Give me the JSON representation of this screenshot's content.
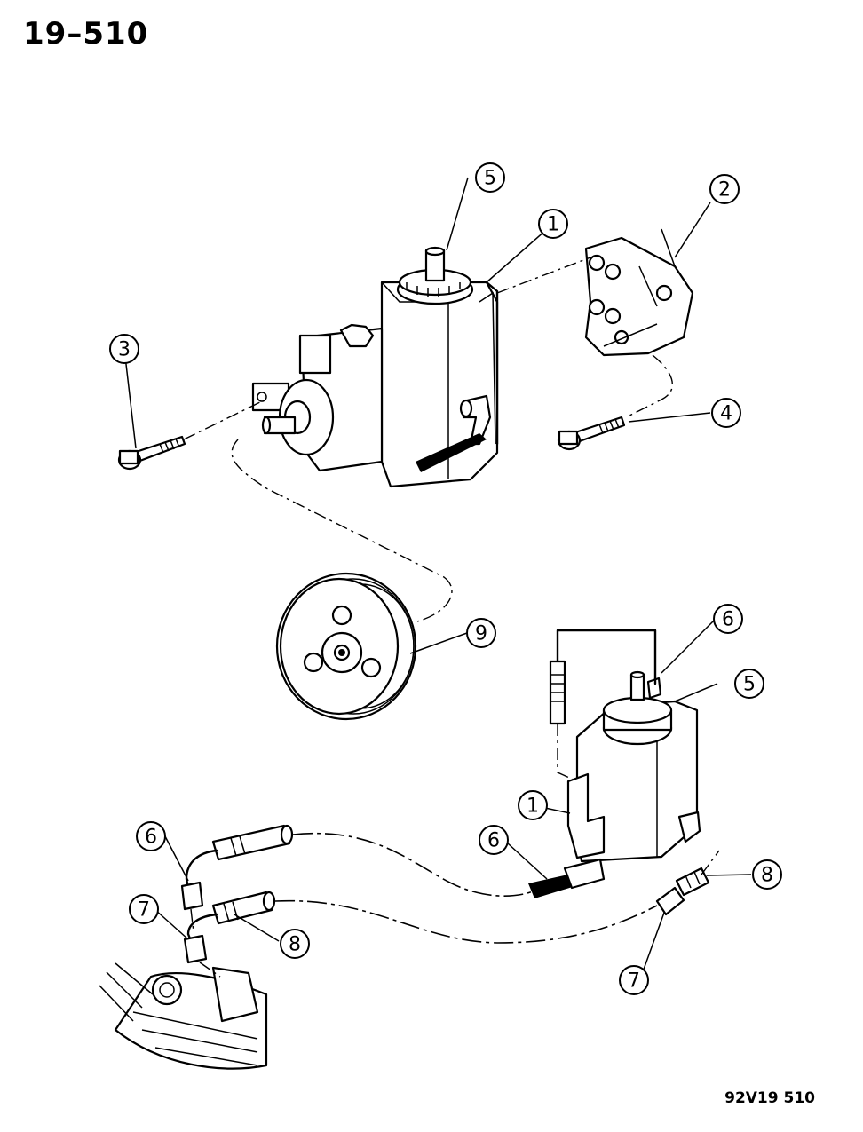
{
  "header": {
    "page_number": "19–510"
  },
  "footer": {
    "figure_code": "92V19 510"
  },
  "callouts": [
    {
      "id": "callout-5-top",
      "label": "5"
    },
    {
      "id": "callout-1-top",
      "label": "1"
    },
    {
      "id": "callout-2",
      "label": "2"
    },
    {
      "id": "callout-3",
      "label": "3"
    },
    {
      "id": "callout-4",
      "label": "4"
    },
    {
      "id": "callout-9",
      "label": "9"
    },
    {
      "id": "callout-6-right",
      "label": "6"
    },
    {
      "id": "callout-5-right",
      "label": "5"
    },
    {
      "id": "callout-1-lower",
      "label": "1"
    },
    {
      "id": "callout-6-mid",
      "label": "6"
    },
    {
      "id": "callout-6-left",
      "label": "6"
    },
    {
      "id": "callout-7-left",
      "label": "7"
    },
    {
      "id": "callout-8-left",
      "label": "8"
    },
    {
      "id": "callout-8-right",
      "label": "8"
    },
    {
      "id": "callout-7-right",
      "label": "7"
    }
  ]
}
